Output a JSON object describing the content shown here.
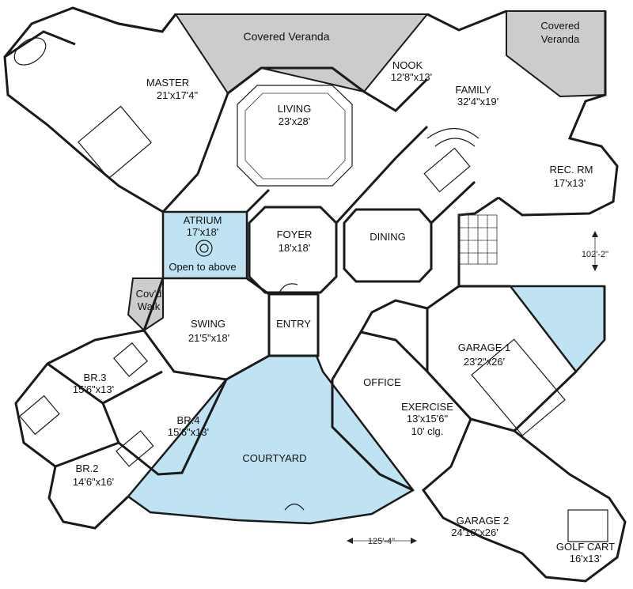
{
  "colors": {
    "walls": "#1a1a1a",
    "veranda_fill": "#cccccc",
    "water_fill": "#bfe3f2",
    "background": "#ffffff"
  },
  "rooms": {
    "covered_veranda_1": {
      "name": "Covered Veranda"
    },
    "covered_veranda_2": {
      "name": "Covered",
      "name2": "Veranda"
    },
    "master": {
      "name": "MASTER",
      "size": "21'x17'4\""
    },
    "living": {
      "name": "LIVING",
      "size": "23'x28'"
    },
    "nook": {
      "name": "NOOK",
      "size": "12'8\"x13'"
    },
    "family": {
      "name": "FAMILY",
      "size": "32'4\"x19'"
    },
    "rec_rm": {
      "name": "REC. RM",
      "size": "17'x13'"
    },
    "atrium": {
      "name": "ATRIUM",
      "size": "17'x18'",
      "note": "Open to above"
    },
    "foyer": {
      "name": "FOYER",
      "size": "18'x18'"
    },
    "dining": {
      "name": "DINING"
    },
    "covd_walk": {
      "name": "Cov'd",
      "name2": "Walk"
    },
    "swing": {
      "name": "SWING",
      "size": "21'5\"x18'"
    },
    "entry": {
      "name": "ENTRY"
    },
    "br3": {
      "name": "BR.3",
      "size": "15'6\"x13'"
    },
    "br4": {
      "name": "BR.4",
      "size": "15'6\"x13'"
    },
    "br2": {
      "name": "BR.2",
      "size": "14'6\"x16'"
    },
    "office": {
      "name": "OFFICE"
    },
    "exercise": {
      "name": "EXERCISE",
      "size": "13'x15'6\"",
      "note": "10' clg."
    },
    "courtyard": {
      "name": "COURTYARD"
    },
    "garage1": {
      "name": "GARAGE 1",
      "size": "23'2\"x26'"
    },
    "garage2": {
      "name": "GARAGE 2",
      "size": "24'10\"x26'"
    },
    "golf_cart": {
      "name": "GOLF CART",
      "size": "16'x13'"
    }
  },
  "dimensions": {
    "right": "102'-2\"",
    "bottom": "125'-4\""
  }
}
